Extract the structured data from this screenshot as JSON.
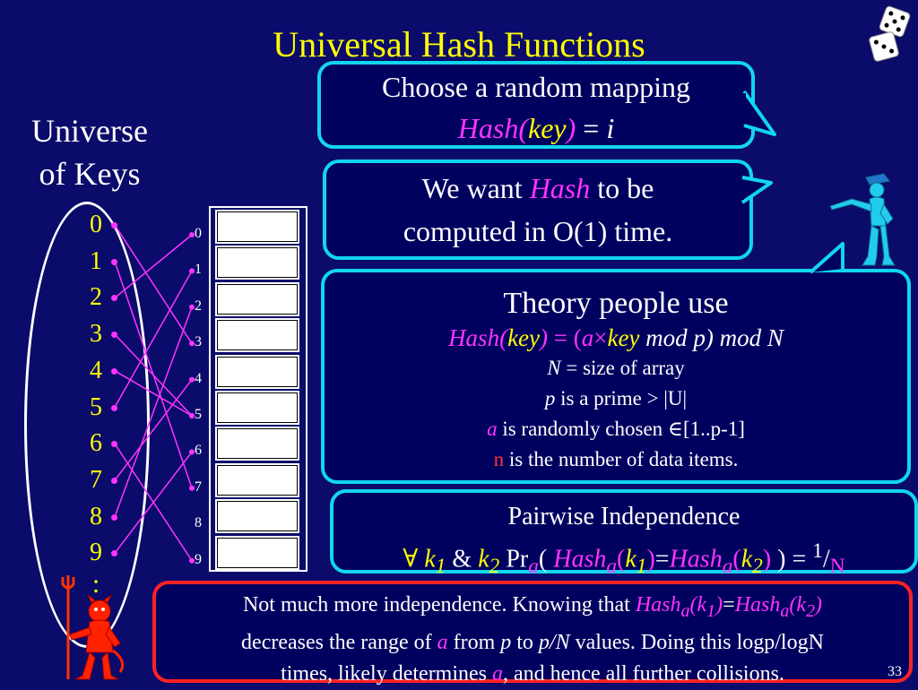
{
  "slide": {
    "title": "Universal Hash Functions",
    "page_number": "33"
  },
  "universe": {
    "label_line1": "Universe",
    "label_line2": "of Keys",
    "keys": [
      "0",
      "1",
      "2",
      "3",
      "4",
      "5",
      "6",
      "7",
      "8",
      "9"
    ],
    "ellipsis": ":"
  },
  "table": {
    "slots": [
      "0",
      "1",
      "2",
      "3",
      "4",
      "5",
      "6",
      "7",
      "8",
      "9"
    ]
  },
  "mapping": [
    {
      "key": 0,
      "slot": 3
    },
    {
      "key": 1,
      "slot": 7
    },
    {
      "key": 2,
      "slot": 0
    },
    {
      "key": 3,
      "slot": 5
    },
    {
      "key": 4,
      "slot": 5
    },
    {
      "key": 5,
      "slot": 1
    },
    {
      "key": 6,
      "slot": 9
    },
    {
      "key": 7,
      "slot": 4
    },
    {
      "key": 8,
      "slot": 2
    },
    {
      "key": 9,
      "slot": 6
    }
  ],
  "callout1": {
    "line1": "Choose a random mapping",
    "hash": "Hash(",
    "key": "key",
    "close": ")",
    "eq": " = ",
    "i": "i"
  },
  "callout2": {
    "pre": "We want ",
    "hash": "Hash",
    "post": " to be",
    "line2": "computed in O(1) time."
  },
  "callout3": {
    "heading": "Theory people use",
    "f_hash": "Hash(",
    "f_key": "key",
    "f_close": ")",
    "f_eq": " = (",
    "f_a": "a",
    "f_times": "×",
    "f_key2": "key",
    "f_rest": " mod p) mod N",
    "n_sym": "N",
    "n_def": " = size of array",
    "p_sym": "p",
    "p_def": " is a prime > |U|",
    "a_sym": "a",
    "a_def": " is randomly chosen ∈[1..p-1]",
    "n2_sym": "n",
    "n2_def": " is the number of data items."
  },
  "callout4": {
    "heading": "Pairwise Independence",
    "forall": "∀ ",
    "k1": "k",
    "k1_sub": "1",
    "amp": " & ",
    "k2": "k",
    "k2_sub": "2",
    "pr": "  Pr",
    "pr_sub": "a",
    "open": "( ",
    "hash1": "Hash",
    "hash1_sub": "a",
    "arg1_open": "(",
    "arg1": "k",
    "arg1_sub": "1",
    "arg1_close": ")",
    "equals": "=",
    "hash2": "Hash",
    "hash2_sub": "a",
    "arg2_open": "(",
    "arg2": "k",
    "arg2_sub": "2",
    "arg2_close": ")",
    "close": " )  = ",
    "frac_num": "1",
    "frac_slash": "/",
    "frac_den": "N"
  },
  "callout5": {
    "t1": "Not much more independence. Knowing that ",
    "h1": "Hash",
    "h1_sub": "a",
    "h1_arg": "(k",
    "h1_arg_sub": "1",
    "h1_close": ")",
    "eq": "=",
    "h2": "Hash",
    "h2_sub": "a",
    "h2_arg": "(k",
    "h2_arg_sub": "2",
    "h2_close": ")",
    "t2": "decreases the range of ",
    "a1": "a",
    "t3": " from ",
    "p1": "p",
    "t4": " to ",
    "pn": "p/N",
    "t5": " values. Doing this logp/logN",
    "t6": "times, likely determines ",
    "a2": "a",
    "t7": ", and hence all further collisions."
  },
  "colors": {
    "background": "#0b0b6b",
    "title": "#ffff00",
    "keys": "#ffff00",
    "arrows": "#ff33ff",
    "callout_border": "#11d6ee",
    "warning_border": "#ff2222"
  }
}
